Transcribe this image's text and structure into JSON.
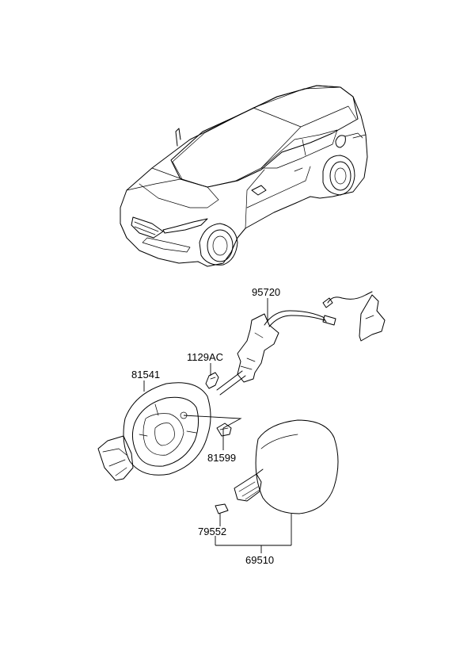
{
  "parts": [
    {
      "id": "fuel-filler-opener-cable",
      "number": "95720"
    },
    {
      "id": "bolt",
      "number": "1129AC"
    },
    {
      "id": "fuel-filler-housing",
      "number": "81541"
    },
    {
      "id": "bumper-stopper",
      "number": "81599"
    },
    {
      "id": "clip",
      "number": "79552"
    },
    {
      "id": "fuel-filler-door-assy",
      "number": "69510"
    }
  ]
}
